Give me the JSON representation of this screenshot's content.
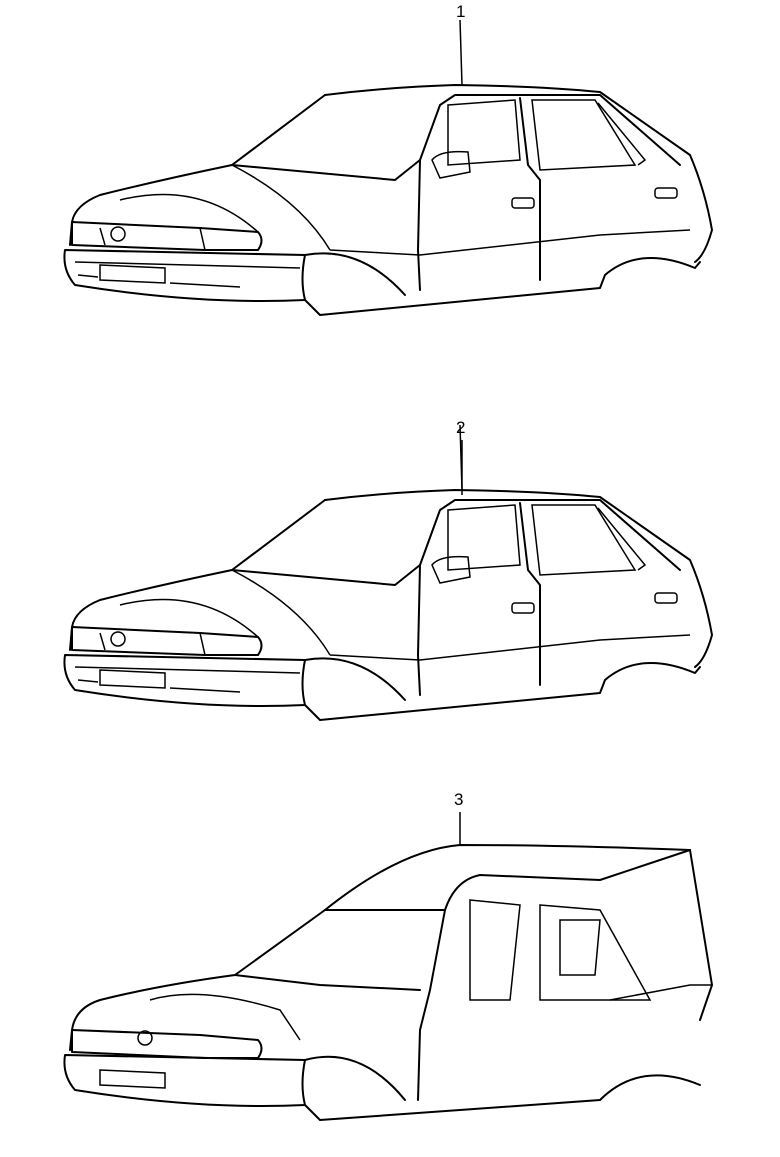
{
  "diagram": {
    "items": [
      {
        "label": "1",
        "description_visible": false
      },
      {
        "label": "2",
        "description_visible": false
      },
      {
        "label": "3",
        "description_visible": false
      }
    ]
  }
}
